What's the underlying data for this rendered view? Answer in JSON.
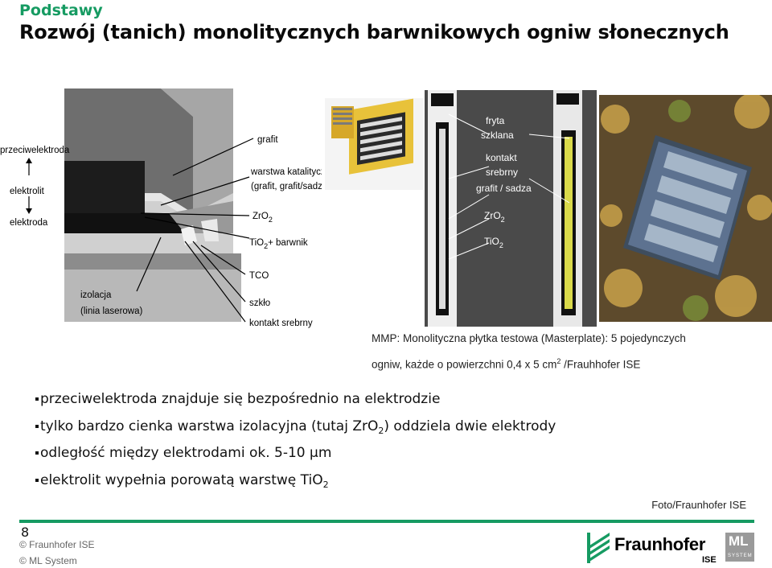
{
  "header": {
    "section": "Podstawy",
    "title": "Rozwój (tanich) monolitycznych barwnikowych ogniw słonecznych"
  },
  "diagram": {
    "labels": {
      "przeciwelektroda": "przeciwelektroda",
      "elektrolit": "elektrolit",
      "elektroda": "elektroda",
      "grafit": "grafit",
      "warstwa_katalityczna": "warstwa katalityczna",
      "grafit_sadza": "(grafit, grafit/sadza)",
      "zro2": "ZrO",
      "zro2_sub": "2",
      "tio2_barwnik_a": "TiO",
      "tio2_barwnik_sub": "2",
      "tio2_barwnik_b": "+ barwnik",
      "tco": "TCO",
      "szklo": "szkło",
      "kontakt_srebrny": "kontakt srebrny",
      "izolacja": "izolacja",
      "linia_laserowa": "(linia laserowa)"
    }
  },
  "strip_photo": {
    "labels": {
      "fryta": "fryta",
      "szklana": "szklana",
      "kontakt": "kontakt",
      "srebrny": "srebrny",
      "grafit_sadza": "grafit / sadza",
      "zro2": "ZrO",
      "zro2_sub": "2",
      "tio2": "TiO",
      "tio2_sub": "2"
    }
  },
  "caption": {
    "line1": "MMP: Monolityczna płytka testowa (Masterplate): 5 pojedynczych",
    "line2_a": "ogniw, każde o powierzchni 0,4 x 5 cm",
    "line2_sup": "2",
    "line2_b": " /Frauhhofer ISE"
  },
  "bullets": {
    "b1": "przeciwelektroda znajduje się bezpośrednio na elektrodzie",
    "b2_a": "tylko bardzo cienka warstwa izolacyjna (tutaj ZrO",
    "b2_sub": "2",
    "b2_b": ") oddziela dwie elektrody",
    "b3": "odległość między elektrodami ok. 5-10 µm",
    "b4_a": "elektrolit wypełnia porowatą warstwę TiO",
    "b4_sub": "2"
  },
  "foto_credit": "Foto/Fraunhofer ISE",
  "footer": {
    "page_number": "8",
    "copyright_1": "© Fraunhofer ISE",
    "copyright_2": "© ML System",
    "logo_main": "Fraunhofer",
    "logo_sub": "ISE",
    "ml_logo": "ML",
    "ml_logo_sub": "SYSTEM"
  },
  "colors": {
    "accent": "#169b62",
    "footer_line": "#169b62"
  }
}
